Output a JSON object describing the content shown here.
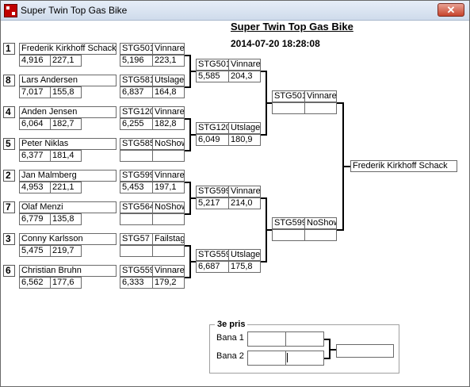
{
  "window": {
    "title": "Super Twin Top Gas Bike",
    "close_label": "✕"
  },
  "heading": "Super Twin Top Gas Bike",
  "datetime": "2014-07-20 18:28:08",
  "round1": [
    {
      "seed": "1",
      "name": "Frederik Kirkhoff Schack",
      "rt": "4,916",
      "speed": "227,1",
      "code": "STG501",
      "result": "Vinnare",
      "et": "5,196",
      "mph": "223,1"
    },
    {
      "seed": "8",
      "name": "Lars Andersen",
      "rt": "7,017",
      "speed": "155,8",
      "code": "STG581",
      "result": "Utslagen",
      "et": "6,837",
      "mph": "164,8"
    },
    {
      "seed": "4",
      "name": "Anden Jensen",
      "rt": "6,064",
      "speed": "182,7",
      "code": "STG120",
      "result": "Vinnare",
      "et": "6,255",
      "mph": "182,8"
    },
    {
      "seed": "5",
      "name": "Peter Niklas",
      "rt": "6,377",
      "speed": "181,4",
      "code": "STG585",
      "result": "NoShow",
      "et": "",
      "mph": ""
    },
    {
      "seed": "2",
      "name": "Jan Malmberg",
      "rt": "4,953",
      "speed": "221,1",
      "code": "STG599",
      "result": "Vinnare",
      "et": "5,453",
      "mph": "197,1"
    },
    {
      "seed": "7",
      "name": "Olaf Menzi",
      "rt": "6,779",
      "speed": "135,8",
      "code": "STG564",
      "result": "NoShow",
      "et": "",
      "mph": ""
    },
    {
      "seed": "3",
      "name": "Conny Karlsson",
      "rt": "5,475",
      "speed": "219,7",
      "code": "STG57",
      "result": "Failstage",
      "et": "",
      "mph": ""
    },
    {
      "seed": "6",
      "name": "Christian Bruhn",
      "rt": "6,562",
      "speed": "177,6",
      "code": "STG559",
      "result": "Vinnare",
      "et": "6,333",
      "mph": "179,2"
    }
  ],
  "round2": [
    {
      "code": "STG501",
      "result": "Vinnare",
      "et": "5,585",
      "mph": "204,3"
    },
    {
      "code": "STG120",
      "result": "Utslagen",
      "et": "6,049",
      "mph": "180,9"
    },
    {
      "code": "STG599",
      "result": "Vinnare",
      "et": "5,217",
      "mph": "214,0"
    },
    {
      "code": "STG559",
      "result": "Utslagen",
      "et": "6,687",
      "mph": "175,8"
    }
  ],
  "semis": [
    {
      "code": "STG501",
      "result": "Vinnare",
      "et": "",
      "mph": ""
    },
    {
      "code": "STG599",
      "result": "NoShow",
      "et": "",
      "mph": ""
    }
  ],
  "final": {
    "winner": "Frederik Kirkhoff Schack"
  },
  "third_place": {
    "title": "3e pris",
    "lane1": "Bana 1",
    "lane2": "Bana 2"
  }
}
